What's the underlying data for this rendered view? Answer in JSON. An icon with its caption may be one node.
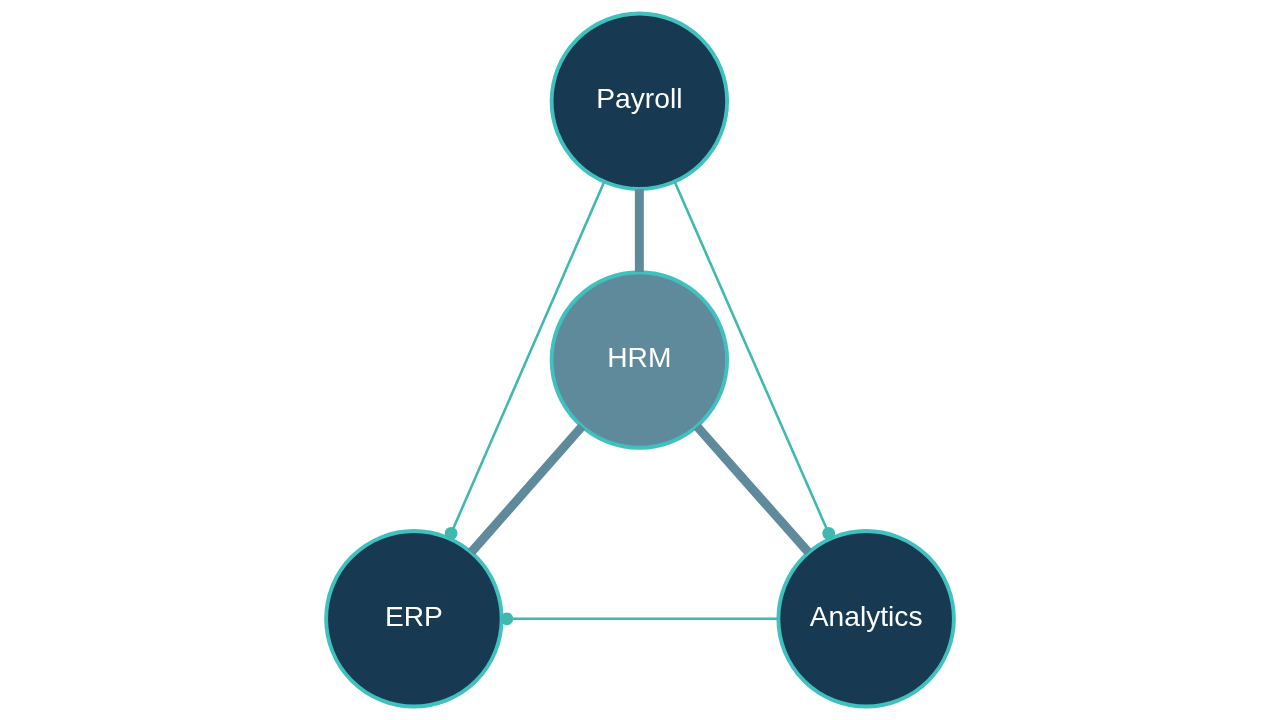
{
  "diagram": {
    "nodes": [
      {
        "text": [
          "Payroll"
        ]
      },
      {
        "text": [
          "HRM"
        ]
      },
      {
        "text": [
          "ERP"
        ]
      },
      {
        "text": [
          "Analytics"
        ]
      }
    ],
    "edges": [
      {
        "from": 0,
        "to": 1,
        "arrow": "none",
        "style": "thick",
        "color": "#5e8a9c"
      },
      {
        "from": 1,
        "to": 2,
        "arrow": "none",
        "style": "thick",
        "color": "#5e8a9c"
      },
      {
        "from": 1,
        "to": 3,
        "arrow": "none",
        "style": "thick",
        "color": "#5e8a9c"
      },
      {
        "from": 2,
        "to": 0,
        "arrow": "other",
        "color": "#3fb8b0"
      },
      {
        "from": 3,
        "to": 0,
        "arrow": "other",
        "color": "#3fb8b0"
      },
      {
        "from": 2,
        "to": 3,
        "arrow": "other",
        "color": "#3fb8b0"
      }
    ]
  }
}
